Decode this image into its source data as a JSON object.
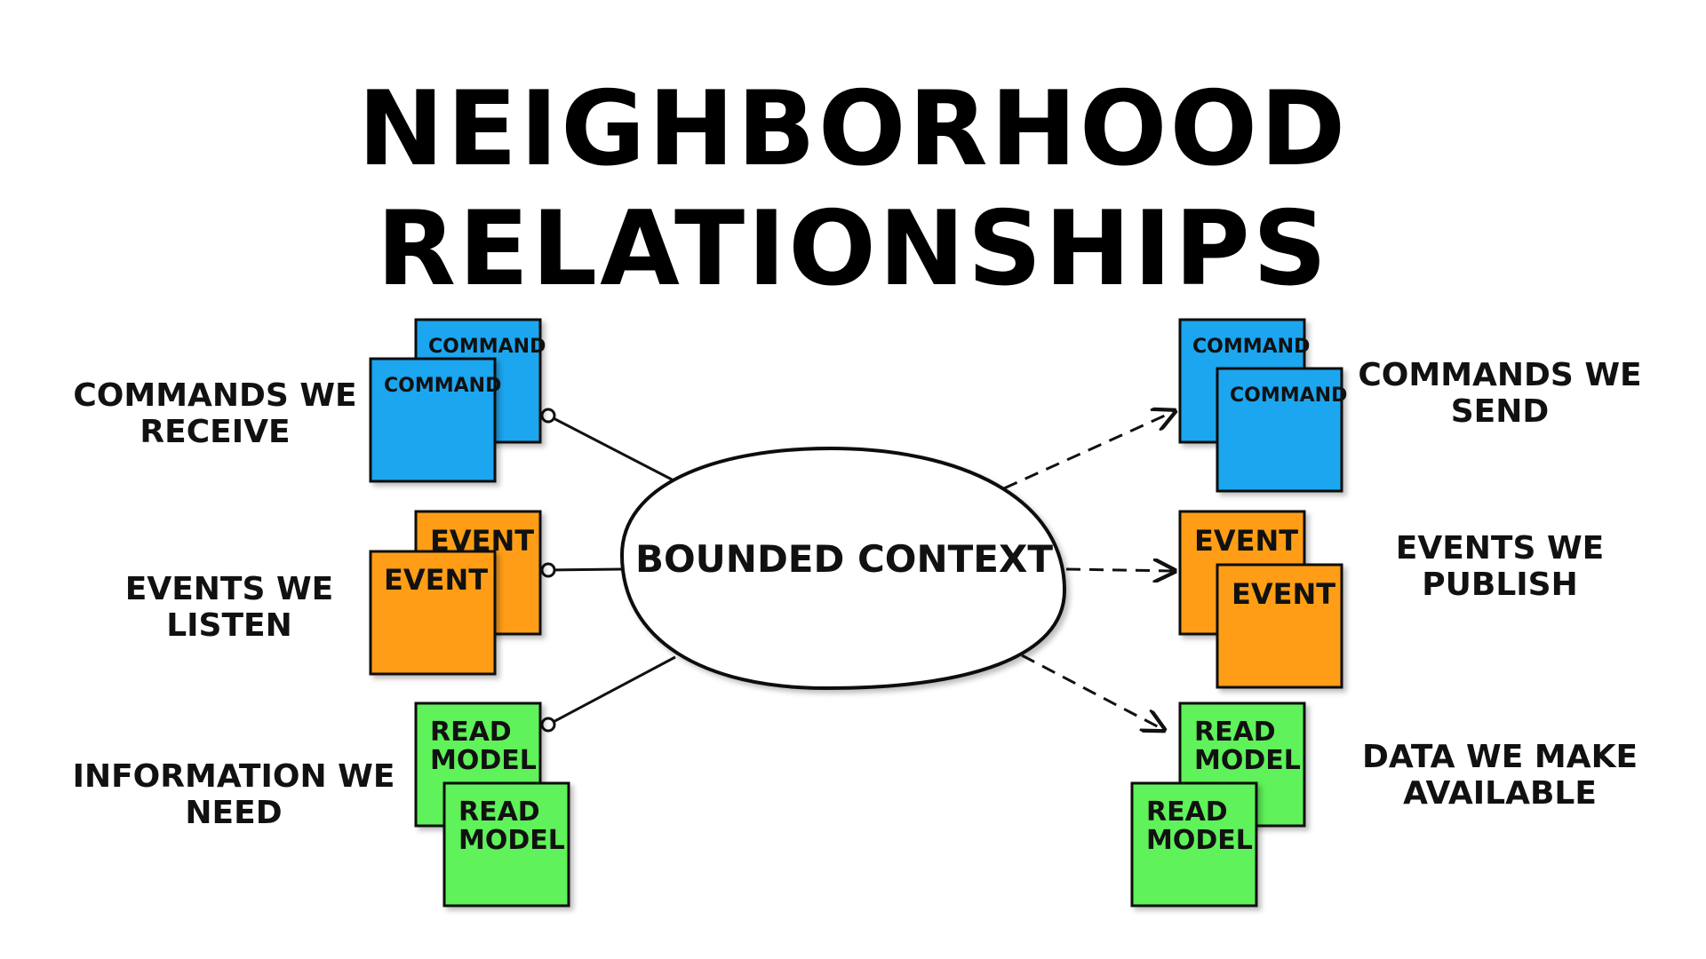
{
  "title": "NEIGHBORHOOD RELATIONSHIPS",
  "center": {
    "label": "BOUNDED CONTEXT"
  },
  "colors": {
    "command": "#1aa6f0",
    "event": "#ff9e12",
    "read_model": "#5ef25a",
    "stroke": "#111111"
  },
  "left": {
    "commands": {
      "label_lines": [
        "COMMANDS WE",
        "RECEIVE"
      ],
      "back_note": "COMMAND",
      "front_note": "COMMAND"
    },
    "events": {
      "label_lines": [
        "EVENTS WE",
        "LISTEN"
      ],
      "back_note": "EVENT",
      "front_note": "EVENT"
    },
    "read_models": {
      "label_lines": [
        "INFORMATION WE",
        "NEED"
      ],
      "back_note_lines": [
        "READ",
        "MODEL"
      ],
      "front_note_lines": [
        "READ",
        "MODEL"
      ]
    }
  },
  "right": {
    "commands": {
      "label_lines": [
        "COMMANDS WE",
        "SEND"
      ],
      "back_note": "COMMAND",
      "front_note": "COMMAND"
    },
    "events": {
      "label_lines": [
        "EVENTS WE",
        "PUBLISH"
      ],
      "back_note": "EVENT",
      "front_note": "EVENT"
    },
    "read_models": {
      "label_lines": [
        "DATA WE MAKE",
        "AVAILABLE"
      ],
      "back_note_lines": [
        "READ",
        "MODEL"
      ],
      "front_note_lines": [
        "READ",
        "MODEL"
      ]
    }
  }
}
